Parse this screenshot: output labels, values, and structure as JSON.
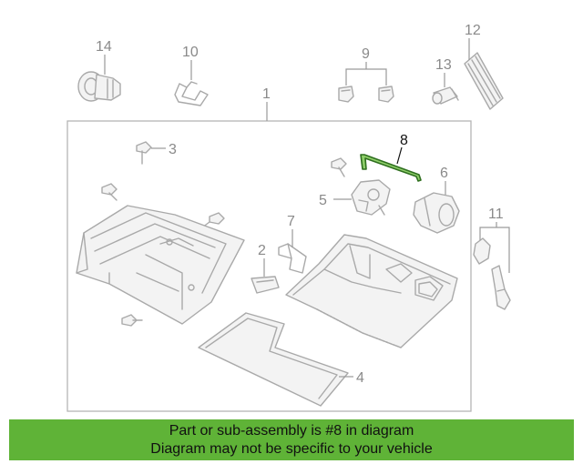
{
  "callouts": {
    "c1": "1",
    "c2": "2",
    "c3": "3",
    "c4": "4",
    "c5": "5",
    "c6": "6",
    "c7": "7",
    "c8": "8",
    "c9": "9",
    "c10": "10",
    "c11": "11",
    "c12": "12",
    "c13": "13",
    "c14": "14"
  },
  "highlight_part": "8",
  "colors": {
    "highlight_part_stroke": "#2f6f1f",
    "banner_background": "#5fb337",
    "line_art": "#a9a9a9"
  },
  "banner": {
    "line1": "Part or sub-assembly is #8 in diagram",
    "line2": "Diagram may not be specific to your vehicle"
  }
}
